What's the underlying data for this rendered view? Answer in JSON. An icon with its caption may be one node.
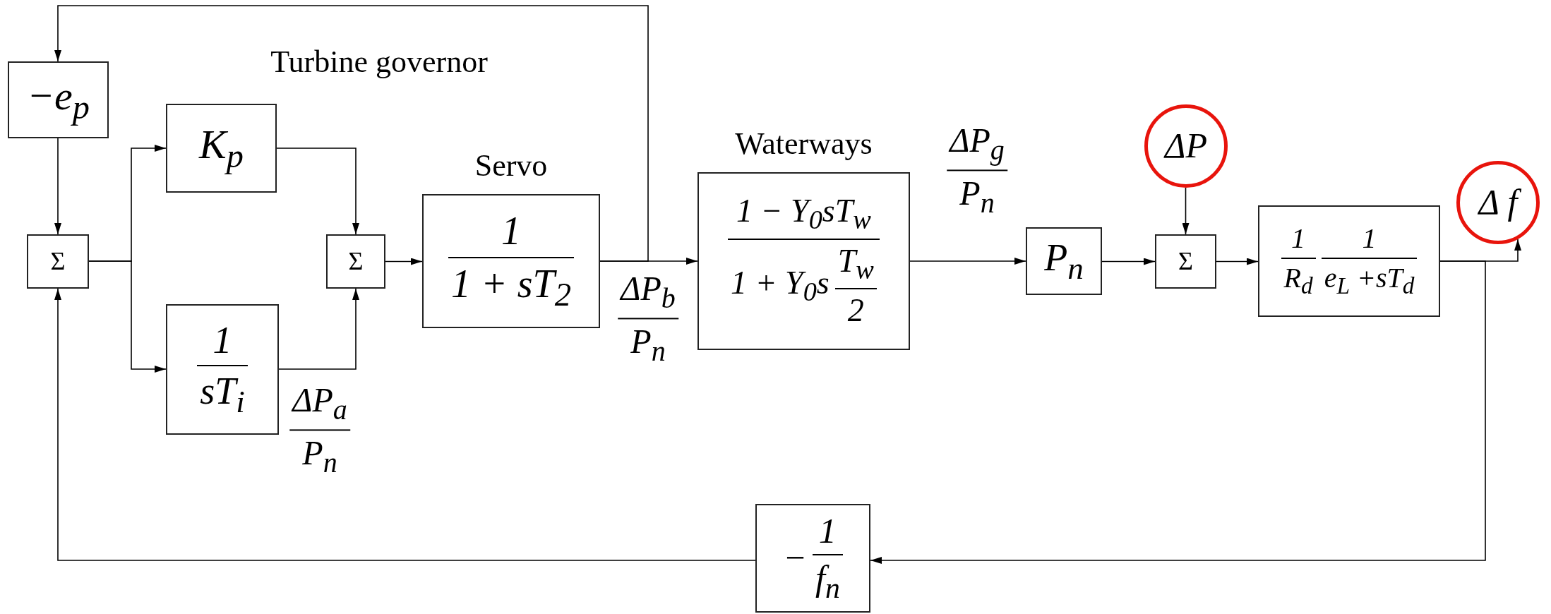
{
  "diagram": {
    "nodes": [
      {
        "text": [
          "−e$_{p}$"
        ]
      },
      {
        "text": [
          "Σ"
        ]
      },
      {
        "text": [
          "K$_{p}$"
        ]
      },
      {
        "text": [
          "1",
          "sT$_{i}$"
        ]
      },
      {
        "text": [
          "Σ"
        ]
      },
      {
        "text": [
          "Servo",
          "1",
          "1 +  sT$_{2}$"
        ]
      },
      {
        "text": [
          "Waterways",
          "1 − Y$_{0}$sT$_{w}$",
          "1 + Y$_{0}$s",
          "T$_{w}$",
          "2"
        ]
      },
      {
        "text": [
          "P$_{n}$"
        ]
      },
      {
        "text": [
          "ΔP"
        ]
      },
      {
        "text": [
          "Σ"
        ]
      },
      {
        "text": [
          "1",
          "R$_{d}$",
          "1",
          "e$_{L}$ +sT$_{d}$"
        ]
      },
      {
        "text": [
          "Δ f"
        ]
      },
      {
        "text": [
          "−",
          "1",
          "f$_{n}$"
        ]
      }
    ],
    "edges": [
      {
        "from": 5,
        "to": 0,
        "arrow": "to"
      },
      {
        "from": 0,
        "to": 1,
        "arrow": "to"
      },
      {
        "from": 1,
        "to": 2,
        "arrow": "to"
      },
      {
        "from": 1,
        "to": 3,
        "arrow": "to"
      },
      {
        "from": 2,
        "to": 4,
        "arrow": "to"
      },
      {
        "from": 3,
        "to": 4,
        "arrow": "to"
      },
      {
        "from": 4,
        "to": 5,
        "arrow": "to"
      },
      {
        "from": 5,
        "to": 6,
        "arrow": "to"
      },
      {
        "from": 6,
        "to": 7,
        "arrow": "to"
      },
      {
        "from": 7,
        "to": 9,
        "arrow": "to"
      },
      {
        "from": 8,
        "to": 9,
        "arrow": "to"
      },
      {
        "from": 9,
        "to": 10,
        "arrow": "to"
      },
      {
        "from": 10,
        "to": 11,
        "arrow": "to"
      },
      {
        "from": 10,
        "to": 12,
        "arrow": "to"
      },
      {
        "from": 12,
        "to": 1,
        "arrow": "to"
      }
    ],
    "labels": [
      "Turbine governor",
      "ΔP$_{g}$",
      "P$_{n}$",
      "ΔP$_{b}$",
      "P$_{n}$",
      "ΔP$_{a}$",
      "P$_{n}$"
    ]
  }
}
